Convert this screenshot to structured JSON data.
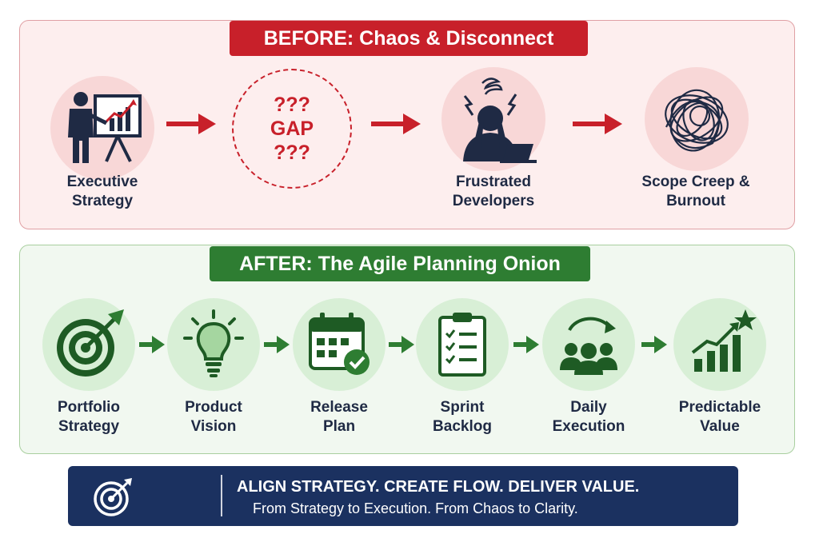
{
  "before": {
    "title": "BEFORE: Chaos & Disconnect",
    "steps": [
      {
        "line1": "Executive",
        "line2": "Strategy",
        "icon": "presenter-chart-icon"
      },
      {
        "line1": "???",
        "line2": "GAP",
        "line3": "???",
        "icon": "gap-dashed-circle"
      },
      {
        "line1": "Frustrated",
        "line2": "Developers",
        "icon": "stressed-developer-icon"
      },
      {
        "line1": "Scope Creep &",
        "line2": "Burnout",
        "icon": "tangled-scribble-icon"
      }
    ]
  },
  "after": {
    "title": "AFTER: The Agile Planning Onion",
    "steps": [
      {
        "line1": "Portfolio",
        "line2": "Strategy",
        "icon": "target-icon"
      },
      {
        "line1": "Product",
        "line2": "Vision",
        "icon": "lightbulb-icon"
      },
      {
        "line1": "Release",
        "line2": "Plan",
        "icon": "calendar-check-icon"
      },
      {
        "line1": "Sprint",
        "line2": "Backlog",
        "icon": "clipboard-checklist-icon"
      },
      {
        "line1": "Daily",
        "line2": "Execution",
        "icon": "team-cycle-icon"
      },
      {
        "line1": "Predictable",
        "line2": "Value",
        "icon": "growth-chart-star-icon"
      }
    ]
  },
  "footer": {
    "headline": "ALIGN STRATEGY.  CREATE FLOW.  DELIVER VALUE.",
    "subline": "From Strategy to Execution.  From Chaos to Clarity.",
    "icon": "target-icon"
  },
  "colors": {
    "red": "#c8202a",
    "green": "#2e7d32",
    "navy": "#1b3160"
  }
}
